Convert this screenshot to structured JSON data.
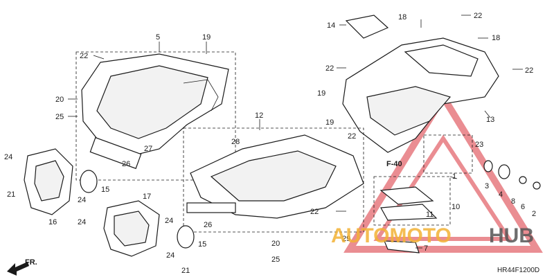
{
  "diagram": {
    "code": "HR44F1200D",
    "section_ref": "F-40",
    "direction_label": "FR."
  },
  "watermark": {
    "text_part1": "AUTOMOTO",
    "text_part2": "HUB",
    "color_primary": "#d9313a",
    "color_secondary": "#f2b134",
    "color_tertiary": "#555555"
  },
  "callouts": [
    {
      "id": "c1",
      "text": "1"
    },
    {
      "id": "c2",
      "text": "2"
    },
    {
      "id": "c3",
      "text": "3"
    },
    {
      "id": "c4",
      "text": "4"
    },
    {
      "id": "c5",
      "text": "5"
    },
    {
      "id": "c6",
      "text": "6"
    },
    {
      "id": "c7",
      "text": "7"
    },
    {
      "id": "c8",
      "text": "8"
    },
    {
      "id": "c10",
      "text": "10"
    },
    {
      "id": "c11",
      "text": "11"
    },
    {
      "id": "c12",
      "text": "12"
    },
    {
      "id": "c13",
      "text": "13"
    },
    {
      "id": "c14",
      "text": "14"
    },
    {
      "id": "c15a",
      "text": "15"
    },
    {
      "id": "c15b",
      "text": "15"
    },
    {
      "id": "c16",
      "text": "16"
    },
    {
      "id": "c17",
      "text": "17"
    },
    {
      "id": "c18a",
      "text": "18"
    },
    {
      "id": "c18b",
      "text": "18"
    },
    {
      "id": "c19a",
      "text": "19"
    },
    {
      "id": "c19b",
      "text": "19"
    },
    {
      "id": "c19c",
      "text": "19"
    },
    {
      "id": "c20a",
      "text": "20"
    },
    {
      "id": "c20b",
      "text": "20"
    },
    {
      "id": "c21a",
      "text": "21"
    },
    {
      "id": "c21b",
      "text": "21"
    },
    {
      "id": "c22a",
      "text": "22"
    },
    {
      "id": "c22b",
      "text": "22"
    },
    {
      "id": "c22c",
      "text": "22"
    },
    {
      "id": "c22d",
      "text": "22"
    },
    {
      "id": "c22e",
      "text": "22"
    },
    {
      "id": "c22f",
      "text": "22"
    },
    {
      "id": "c23",
      "text": "23"
    },
    {
      "id": "c24a",
      "text": "24"
    },
    {
      "id": "c24b",
      "text": "24"
    },
    {
      "id": "c24c",
      "text": "24"
    },
    {
      "id": "c24d",
      "text": "24"
    },
    {
      "id": "c24e",
      "text": "24"
    },
    {
      "id": "c25a",
      "text": "25"
    },
    {
      "id": "c25b",
      "text": "25"
    },
    {
      "id": "c26a",
      "text": "26"
    },
    {
      "id": "c26b",
      "text": "26"
    },
    {
      "id": "c27",
      "text": "27"
    },
    {
      "id": "c28",
      "text": "28"
    },
    {
      "id": "c29",
      "text": "29"
    }
  ]
}
